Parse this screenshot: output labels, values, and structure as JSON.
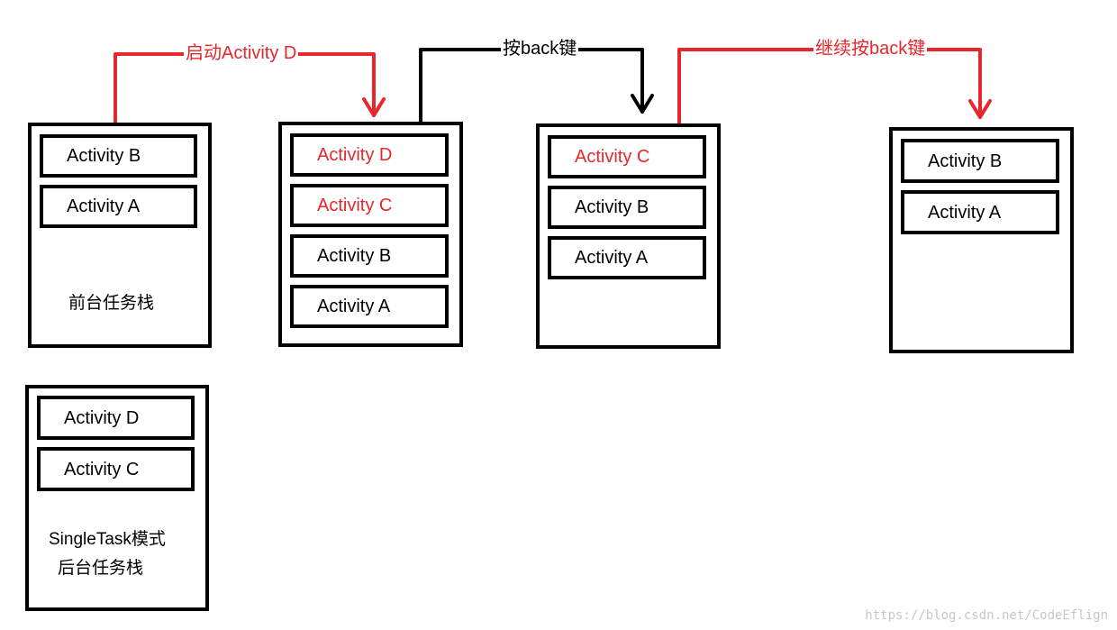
{
  "colors": {
    "accent_red": "#e8262b",
    "line_black": "#000000"
  },
  "arrows": {
    "start_d": "启动Activity D",
    "press_back": "按back键",
    "press_back_again": "继续按back键"
  },
  "stage1": {
    "foreground_stack": {
      "items": [
        "Activity B",
        "Activity A"
      ],
      "caption": "前台任务栈"
    },
    "background_stack": {
      "items": [
        "Activity D",
        "Activity C"
      ],
      "caption_line1": "SingleTask模式",
      "caption_line2": "后台任务栈"
    }
  },
  "stage2": {
    "items": [
      "Activity D",
      "Activity C",
      "Activity B",
      "Activity A"
    ]
  },
  "stage3": {
    "items": [
      "Activity C",
      "Activity B",
      "Activity A"
    ]
  },
  "stage4": {
    "items": [
      "Activity B",
      "Activity A"
    ]
  },
  "watermark": "https://blog.csdn.net/CodeEflign"
}
